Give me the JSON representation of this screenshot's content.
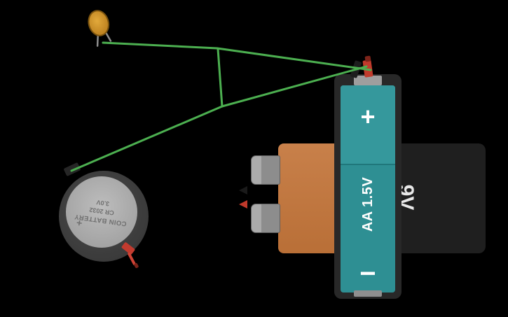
{
  "canvas": {
    "background_color": "#000000"
  },
  "wire": {
    "color": "#4CAF50"
  },
  "led": {
    "body_color": "#C8861F",
    "leg_color": "#8F8F8F"
  },
  "coin_battery": {
    "line1": "COIN BATTERY",
    "line2": "CR 2032",
    "line3": "3.0V",
    "plus": "+",
    "face_color": "#ACACAC",
    "ring_color": "#3E3E3E",
    "terminal_red_color": "#C23B2F"
  },
  "nine_volt_battery": {
    "label": "9V",
    "body_color": "#C1773F",
    "cap_color": "#1F1F1F",
    "terminal_color": "#9C9C9C"
  },
  "aa_battery": {
    "plus": "+",
    "size_label": "AA 1.5V",
    "minus": "−",
    "body_color": "#2E8F93",
    "case_color": "#282828"
  }
}
